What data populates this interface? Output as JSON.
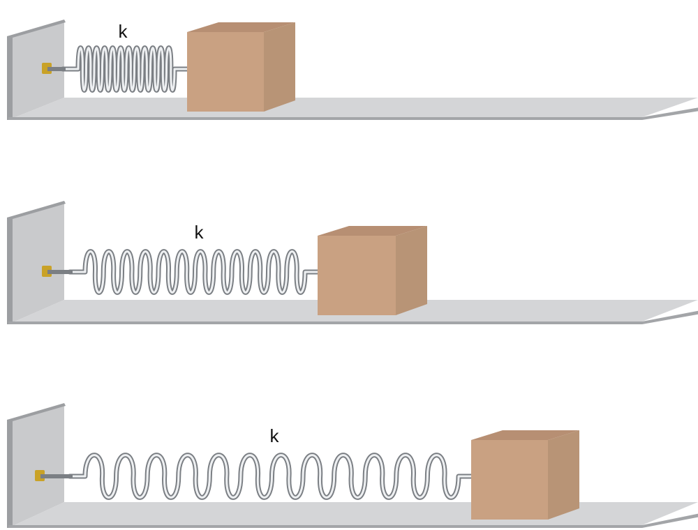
{
  "colors": {
    "background": "#ffffff",
    "wall_front": "#c9cacc",
    "wall_edge": "#9c9ea1",
    "floor_top": "#d4d5d7",
    "floor_edge": "#a3a5a8",
    "spring_dark": "#7b7f84",
    "spring_light": "#eef0f2",
    "mount": "#c9a227",
    "block_front": "#c9a182",
    "block_top": "#b78f73",
    "block_side": "#b89476"
  },
  "scenes": [
    {
      "name": "compressed",
      "spring_label": "k",
      "coil_count": 12
    },
    {
      "name": "relaxed",
      "spring_label": "k",
      "coil_count": 12
    },
    {
      "name": "stretched",
      "spring_label": "k",
      "coil_count": 12
    }
  ]
}
